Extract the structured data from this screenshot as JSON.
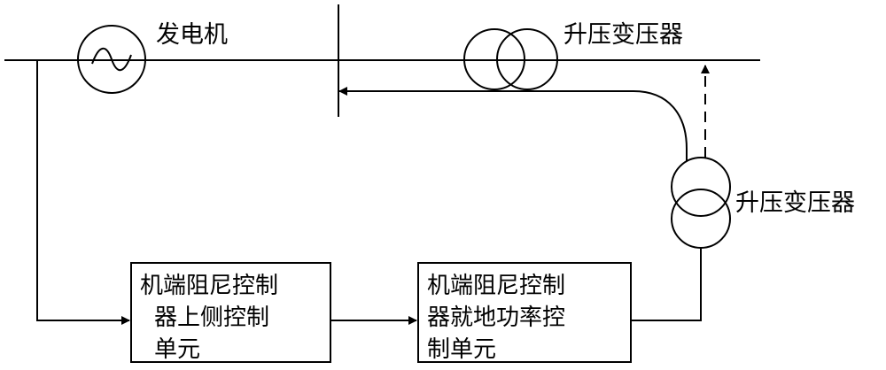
{
  "labels": {
    "generator": "发电机",
    "transformer_top": "升压变压器",
    "transformer_right": "升压变压器"
  },
  "boxes": {
    "upper_control": [
      "机端阻尼控制",
      "器上侧控制",
      "单元"
    ],
    "local_power": [
      "机端阻尼控制",
      "器就地功率控",
      "制单元"
    ]
  }
}
